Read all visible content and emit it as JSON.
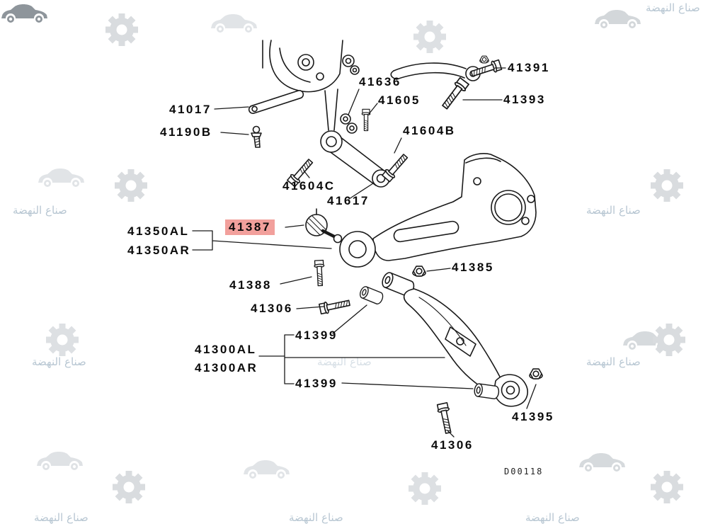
{
  "colors": {
    "highlight": "#f2a09c",
    "line": "#1a1a1a",
    "watermark_text": "#b7c6d2"
  },
  "watermark": {
    "text": "صناع النهضة"
  },
  "diagram": {
    "code": "D00118",
    "labels": [
      {
        "part": "41391",
        "text": "41391",
        "highlighted": false
      },
      {
        "part": "41636",
        "text": "41636",
        "highlighted": false
      },
      {
        "part": "41605",
        "text": "41605",
        "highlighted": false
      },
      {
        "part": "41393",
        "text": "41393",
        "highlighted": false
      },
      {
        "part": "41017",
        "text": "41017",
        "highlighted": false
      },
      {
        "part": "41190B",
        "text": "41190B",
        "highlighted": false
      },
      {
        "part": "41604B",
        "text": "41604B",
        "highlighted": false
      },
      {
        "part": "41604C",
        "text": "41604C",
        "highlighted": false
      },
      {
        "part": "41617",
        "text": "41617",
        "highlighted": false
      },
      {
        "part": "41350AL",
        "text": "41350AL",
        "highlighted": false
      },
      {
        "part": "41387",
        "text": "41387",
        "highlighted": true
      },
      {
        "part": "41350AR",
        "text": "41350AR",
        "highlighted": false
      },
      {
        "part": "41388",
        "text": "41388",
        "highlighted": false
      },
      {
        "part": "41385",
        "text": "41385",
        "highlighted": false
      },
      {
        "part": "41306",
        "text": "41306",
        "highlighted": false
      },
      {
        "part": "41399",
        "text": "41399",
        "highlighted": false
      },
      {
        "part": "41300AL",
        "text": "41300AL",
        "highlighted": false
      },
      {
        "part": "41300AR",
        "text": "41300AR",
        "highlighted": false
      },
      {
        "part": "41399",
        "text": "41399",
        "highlighted": false
      },
      {
        "part": "41395",
        "text": "41395",
        "highlighted": false
      },
      {
        "part": "41306",
        "text": "41306",
        "highlighted": false
      }
    ]
  }
}
